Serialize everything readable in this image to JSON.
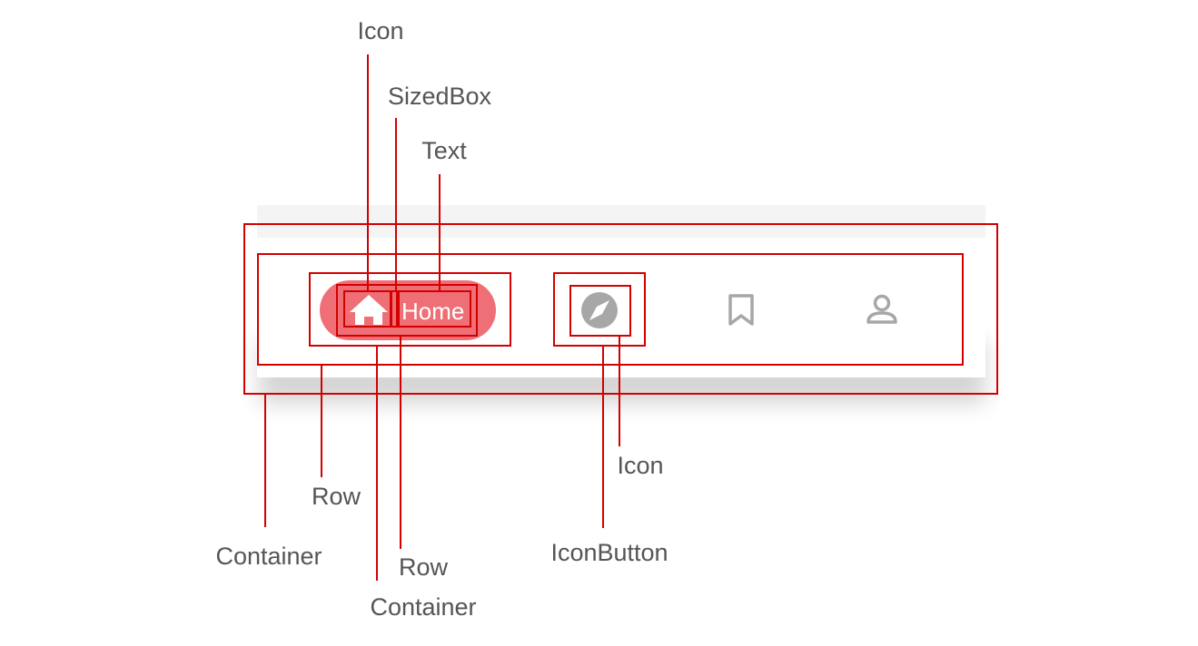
{
  "annotations": {
    "icon_top": "Icon",
    "sizedbox": "SizedBox",
    "text": "Text",
    "container_outer": "Container",
    "row_outer": "Row",
    "container_inner": "Container",
    "row_inner": "Row",
    "iconbutton": "IconButton",
    "icon_bottom": "Icon"
  },
  "navbar": {
    "active_item": {
      "label": "Home",
      "icon": "home-icon"
    },
    "items": [
      {
        "icon": "explore-icon"
      },
      {
        "icon": "bookmark-icon"
      },
      {
        "icon": "person-icon"
      }
    ]
  },
  "colors": {
    "highlight": "#d40000",
    "active_pill": "#ee6f75",
    "inactive_icon": "#a7a7a7",
    "label_text": "#555555"
  }
}
